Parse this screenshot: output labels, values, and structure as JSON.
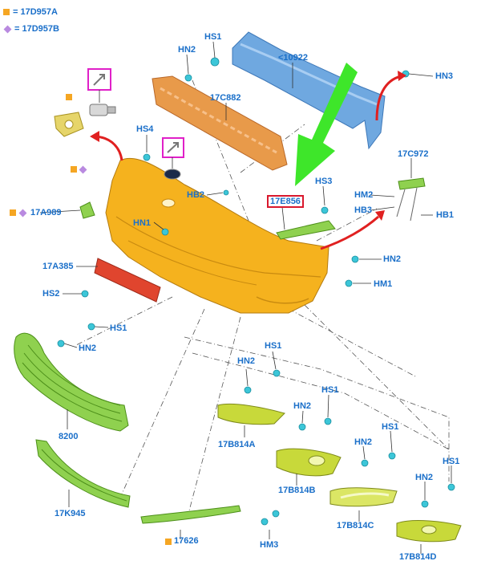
{
  "legend": [
    {
      "marker": "square",
      "color": "#f5a623",
      "text": "= 17D957A"
    },
    {
      "marker": "diamond",
      "color": "#b98ae0",
      "text": "= 17D957B"
    }
  ],
  "labels": {
    "l10922": "<10922",
    "hs1_top": "HS1",
    "hn2_top": "HN2",
    "hn3": "HN3",
    "l17c882": "17C882",
    "hs4": "HS4",
    "hb2": "HB2",
    "hs3": "HS3",
    "l17e856": "17E856",
    "l17c972": "17C972",
    "hm2": "HM2",
    "hb3": "HB3",
    "hb1": "HB1",
    "l17a989": "17A989",
    "hn1": "HN1",
    "l17a385": "17A385",
    "hn2_mid": "HN2",
    "hm1": "HM1",
    "hs2": "HS2",
    "hs1_grille": "HS1",
    "hn2_grille": "HN2",
    "l8200": "8200",
    "l17k945": "17K945",
    "l17626": "17626",
    "hm3": "HM3",
    "hs1_a": "HS1",
    "hn2_a": "HN2",
    "l17b814a": "17B814A",
    "hs1_b": "HS1",
    "hn2_b": "HN2",
    "l17b814b": "17B814B",
    "hs1_c": "HS1",
    "hn2_c": "HN2",
    "l17b814c": "17B814C",
    "hs1_d": "HS1",
    "hn2_d": "HN2",
    "l17b814d": "17B814D"
  },
  "colors": {
    "label": "#1a6fc9",
    "bumper": "#f5b21e",
    "beam": "#6fa8e0",
    "absorber": "#e89a4a",
    "green_part": "#8fd14f",
    "yellow_green_part": "#c8d93a",
    "red_part": "#e0452e",
    "clip": "#3cc6d8",
    "arrow_green": "#3ee62a",
    "arrow_red": "#e02020",
    "callout_magenta": "#e020c8"
  }
}
